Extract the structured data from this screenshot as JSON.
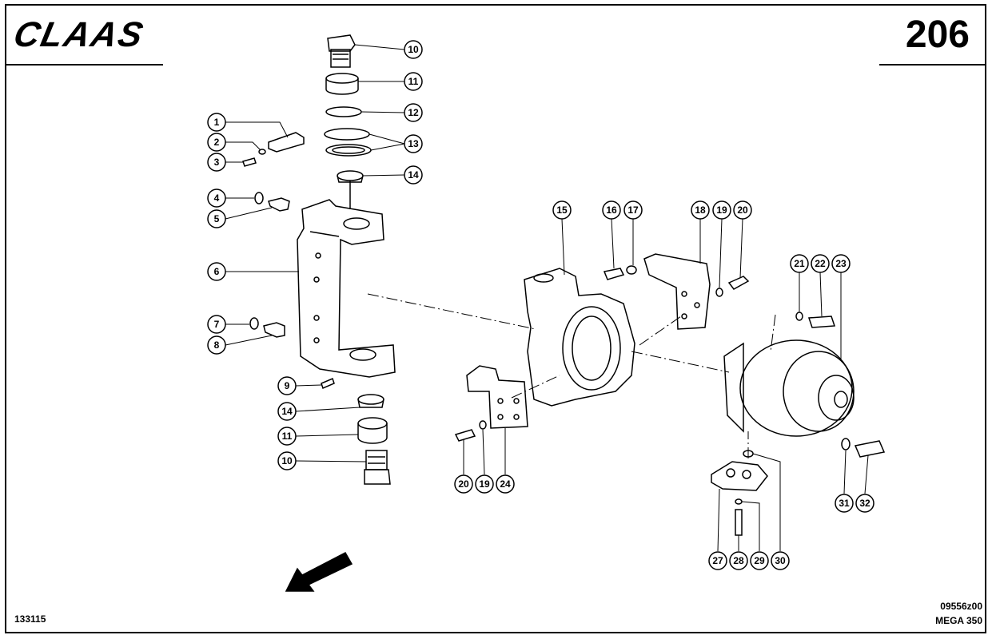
{
  "header": {
    "brand": "CLAAS",
    "page_number": "206"
  },
  "footer": {
    "ref_left": "133115",
    "drawing_no": "09556z00",
    "model": "MEGA 350"
  },
  "callouts": [
    "1",
    "2",
    "3",
    "4",
    "5",
    "6",
    "7",
    "8",
    "9",
    "10",
    "11",
    "12",
    "13",
    "14",
    "15",
    "16",
    "17",
    "18",
    "19",
    "20",
    "21",
    "22",
    "23",
    "24",
    "27",
    "28",
    "29",
    "30",
    "31",
    "32"
  ],
  "callout_positions_note": "",
  "colors": {
    "ink": "#000000",
    "paper": "#ffffff"
  }
}
